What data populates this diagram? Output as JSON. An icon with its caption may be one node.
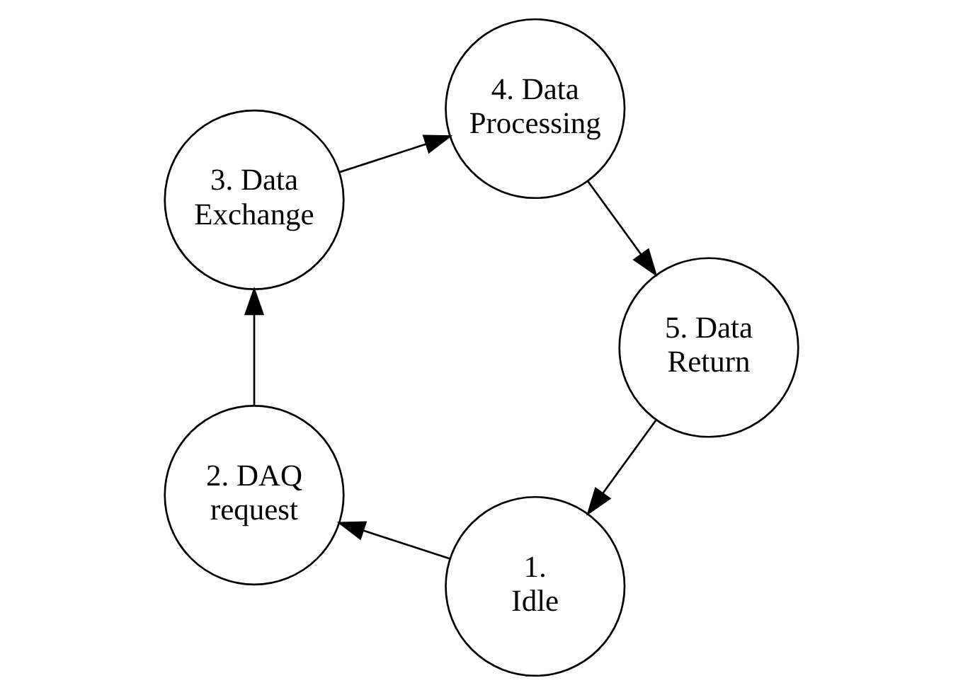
{
  "diagram": {
    "nodes": [
      {
        "text": [
          "1. Idle"
        ]
      },
      {
        "text": [
          "2. DAQ request"
        ]
      },
      {
        "text": [
          "3. Data Exchange"
        ]
      },
      {
        "text": [
          "4. Data Processing"
        ]
      },
      {
        "text": [
          "5. Data Return"
        ]
      }
    ],
    "edges": [
      {
        "from": 0,
        "to": 1,
        "arrow": "to"
      },
      {
        "from": 1,
        "to": 2,
        "arrow": "to"
      },
      {
        "from": 2,
        "to": 3,
        "arrow": "to"
      },
      {
        "from": 3,
        "to": 4,
        "arrow": "to"
      },
      {
        "from": 4,
        "to": 0,
        "arrow": "to"
      }
    ]
  }
}
